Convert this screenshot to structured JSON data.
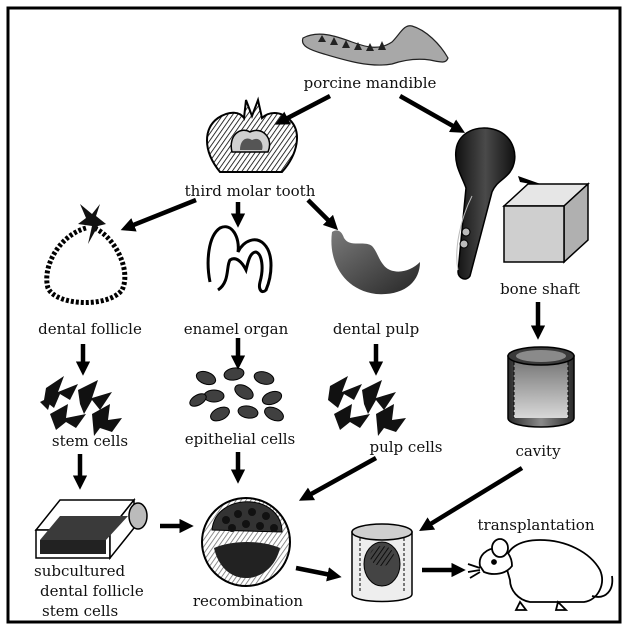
{
  "labels": {
    "porcine_mandible": "porcine mandible",
    "third_molar_tooth": "third molar tooth",
    "dental_follicle": "dental follicle",
    "enamel_organ": "enamel organ",
    "dental_pulp": "dental pulp",
    "bone_shaft": "bone shaft",
    "stem_cells": "stem cells",
    "epithelial_cells": "epithelial cells",
    "pulp_cells": "pulp cells",
    "cavity": "cavity",
    "subcultured_line1": "subcultured",
    "subcultured_line2": "dental follicle",
    "subcultured_line3": "stem  cells",
    "recombination": "recombination",
    "transplantation": "transplantation"
  },
  "colors": {
    "frame": "#000000",
    "mandible_fill": "#a8a8a8",
    "cube_front": "#cfcfcf",
    "cube_top": "#e6e6e6",
    "cube_side": "#b0b0b0",
    "pulp_dark": "#3a3a3a",
    "cell_fill": "#404040",
    "arrow": "#000000"
  }
}
